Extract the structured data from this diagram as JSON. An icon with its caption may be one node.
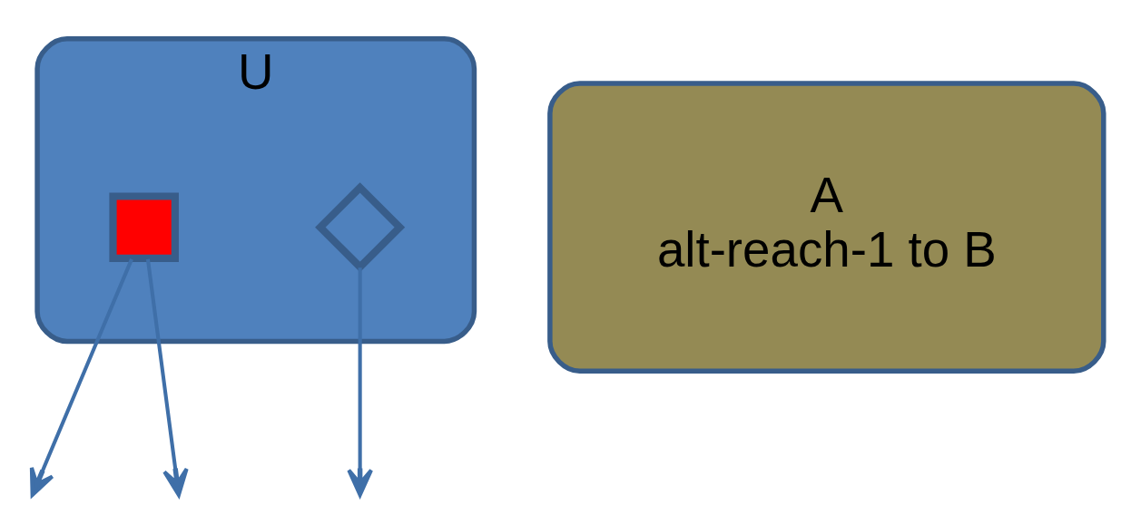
{
  "diagram": {
    "nodes": [
      {
        "text": [
          "U"
        ]
      },
      {
        "text": [],
        "shape": "box",
        "in": 0
      },
      {
        "text": [],
        "shape": "diamond",
        "in": 0
      },
      {
        "text": [
          "A",
          "alt-reach-1 to B"
        ]
      }
    ],
    "edges": [
      {
        "from": 1,
        "to": null,
        "arrow": "to"
      },
      {
        "from": 1,
        "to": null,
        "arrow": "to"
      },
      {
        "from": 2,
        "to": null,
        "arrow": "to"
      }
    ]
  }
}
